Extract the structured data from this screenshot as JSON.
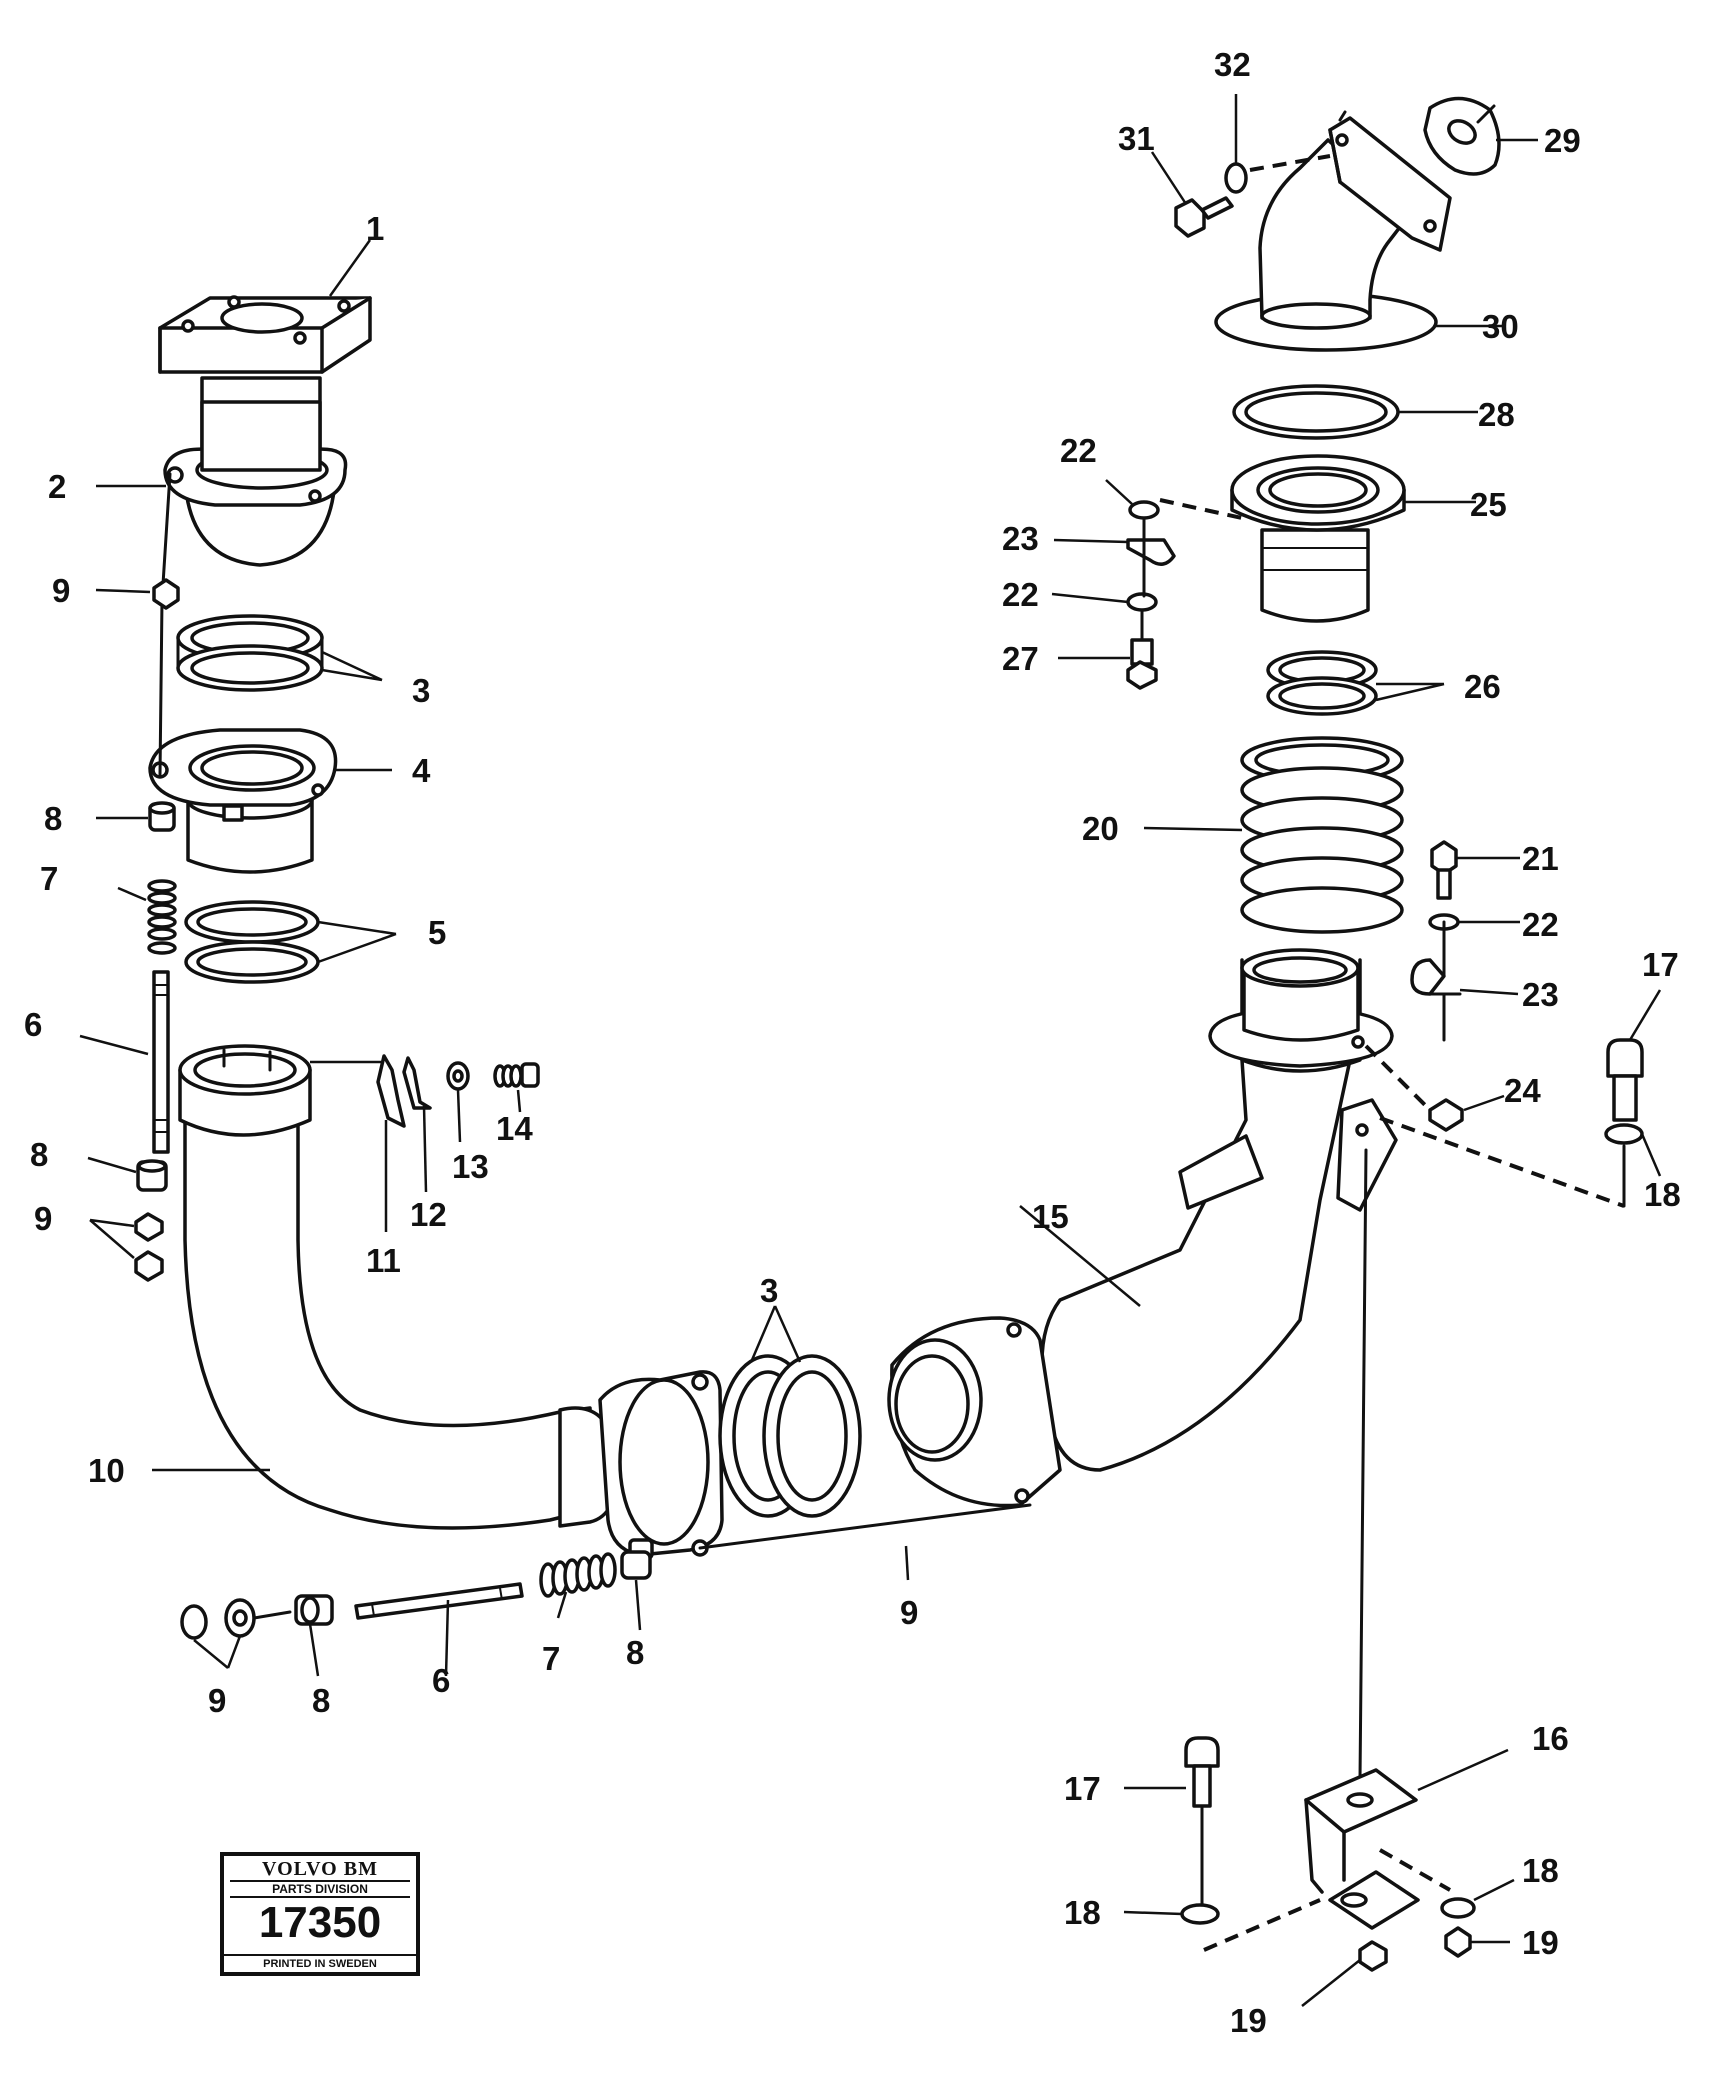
{
  "labels": {
    "l1": "1",
    "l2": "2",
    "l3a": "3",
    "l3b": "3",
    "l4": "4",
    "l5": "5",
    "l6a": "6",
    "l6b": "6",
    "l7a": "7",
    "l7b": "7",
    "l8a": "8",
    "l8b": "8",
    "l8c": "8",
    "l8d": "8",
    "l9a": "9",
    "l9b": "9",
    "l9c": "9",
    "l9d": "9",
    "l10": "10",
    "l11": "11",
    "l12": "12",
    "l13": "13",
    "l14": "14",
    "l15": "15",
    "l16": "16",
    "l17a": "17",
    "l17b": "17",
    "l18a": "18",
    "l18b": "18",
    "l18c": "18",
    "l19a": "19",
    "l19b": "19",
    "l20": "20",
    "l21": "21",
    "l22a": "22",
    "l22b": "22",
    "l22c": "22",
    "l23a": "23",
    "l23b": "23",
    "l24": "24",
    "l25": "25",
    "l26": "26",
    "l27": "27",
    "l28": "28",
    "l29": "29",
    "l30": "30",
    "l31": "31",
    "l32": "32"
  },
  "stamp": {
    "brand": "VOLVO BM",
    "division": "PARTS DIVISION",
    "number": "17350",
    "printed": "PRINTED IN SWEDEN"
  }
}
